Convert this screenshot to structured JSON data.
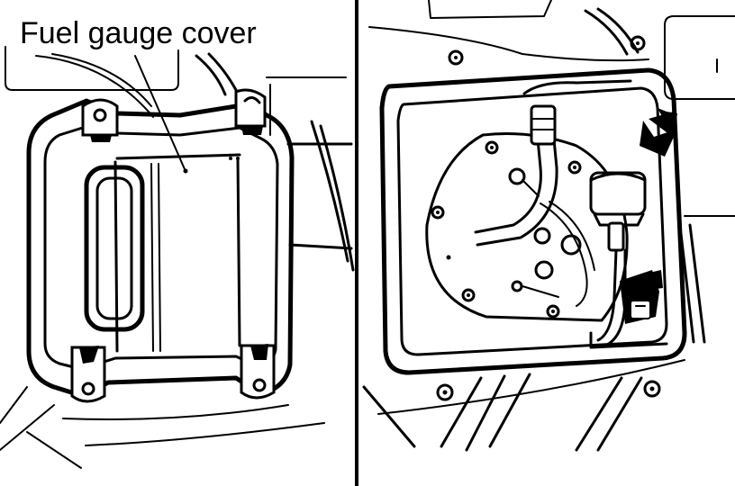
{
  "figure": {
    "label": "Fuel gauge cover",
    "panels": [
      "fuel-gauge-cover-panel",
      "fuel-pump-unit-panel"
    ]
  }
}
